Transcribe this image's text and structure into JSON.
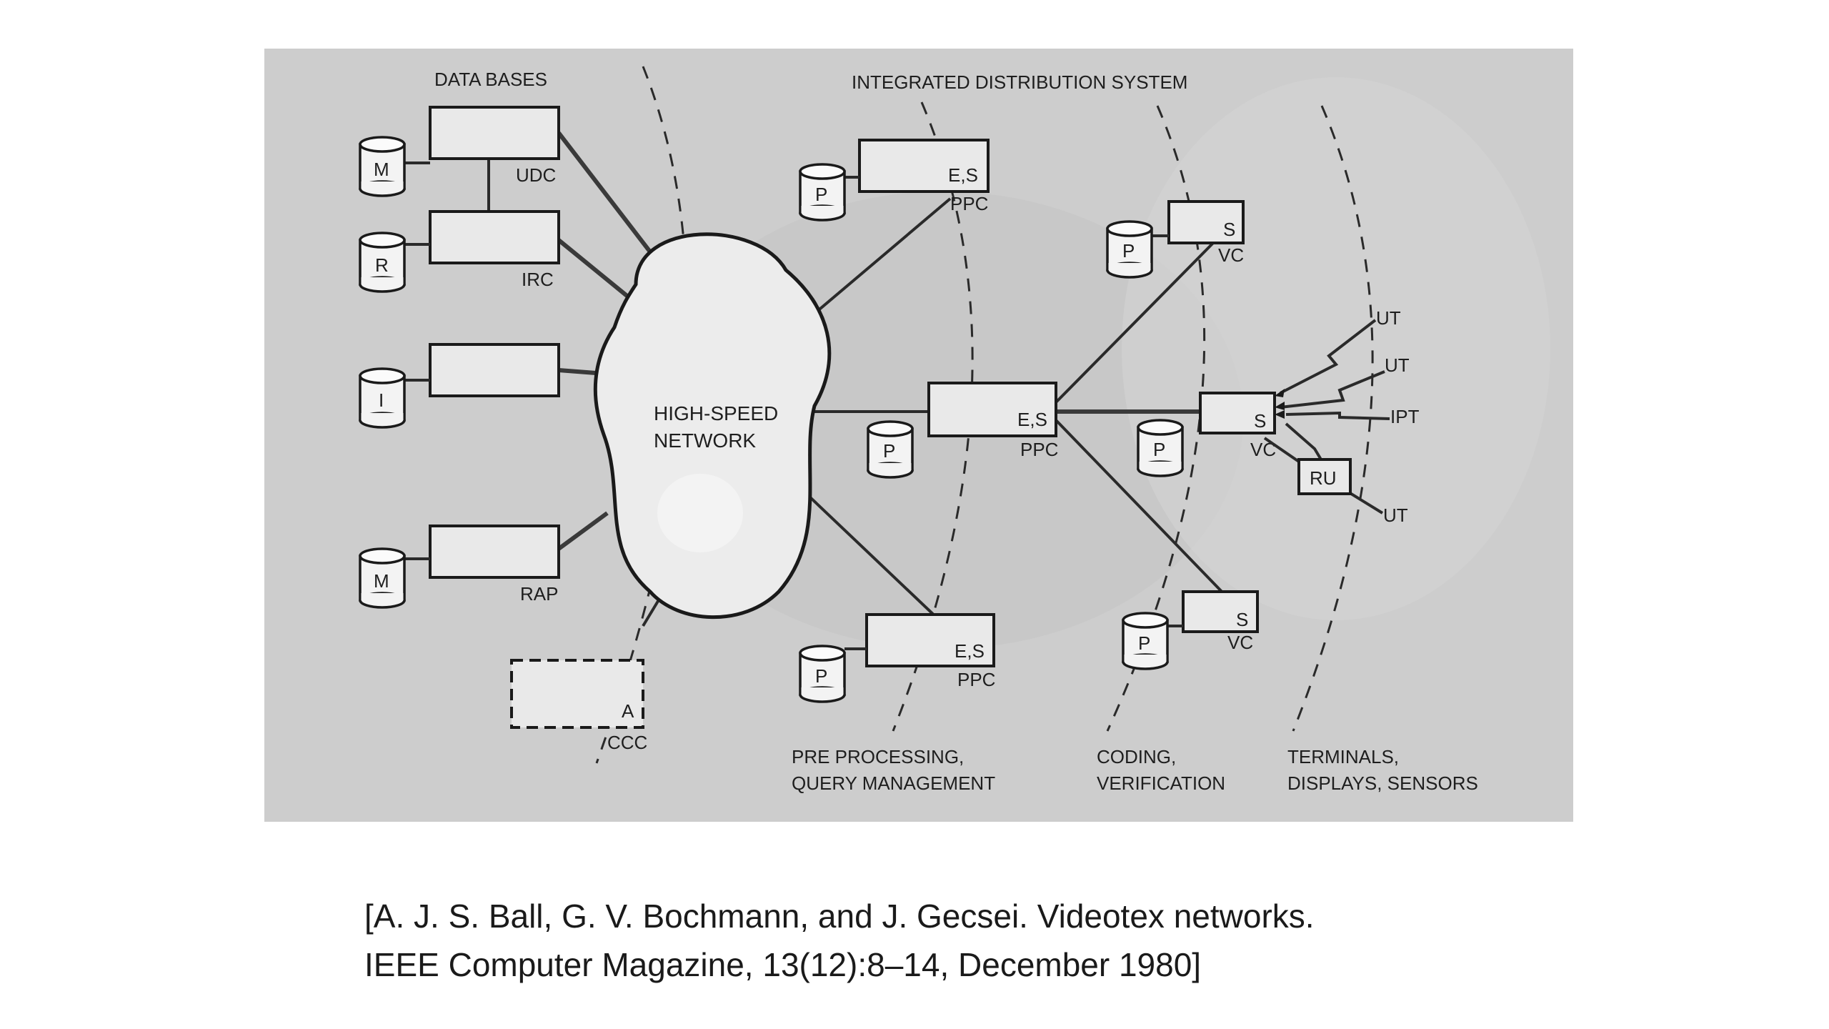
{
  "zones": {
    "data_bases": "DATA BASES",
    "integrated_distribution": "INTEGRATED DISTRIBUTION SYSTEM",
    "pre_processing_line1": "PRE PROCESSING,",
    "pre_processing_line2": "QUERY MANAGEMENT",
    "coding_line1": "CODING,",
    "coding_line2": "VERIFICATION",
    "terminals_line1": "TERMINALS,",
    "terminals_line2": "DISPLAYS, SENSORS"
  },
  "network": {
    "line1": "HIGH-SPEED",
    "line2": "NETWORK"
  },
  "databases": [
    {
      "box_label": "UDC",
      "cylinder": "M"
    },
    {
      "box_label": "IRC",
      "cylinder": "R"
    },
    {
      "box_label": "",
      "cylinder": "I"
    },
    {
      "box_label": "RAP",
      "cylinder": "M"
    }
  ],
  "ccc": {
    "inner": "A",
    "label": "CCC"
  },
  "ppc_nodes": [
    {
      "inner": "E,S",
      "label": "PPC",
      "cylinder": "P"
    },
    {
      "inner": "E,S",
      "label": "PPC",
      "cylinder": "P"
    },
    {
      "inner": "E,S",
      "label": "PPC",
      "cylinder": "P"
    }
  ],
  "vc_nodes": [
    {
      "inner": "S",
      "label": "VC",
      "cylinder": "P"
    },
    {
      "inner": "S",
      "label": "VC",
      "cylinder": "P"
    },
    {
      "inner": "S",
      "label": "VC",
      "cylinder": "P"
    }
  ],
  "terminals": [
    "UT",
    "UT",
    "IPT",
    "UT"
  ],
  "ru": "RU",
  "caption": {
    "line1": "[A. J. S. Ball, G. V. Bochmann, and J. Gecsei. Videotex networks.",
    "line2": "IEEE Computer Magazine, 13(12):8–14, December 1980]"
  }
}
